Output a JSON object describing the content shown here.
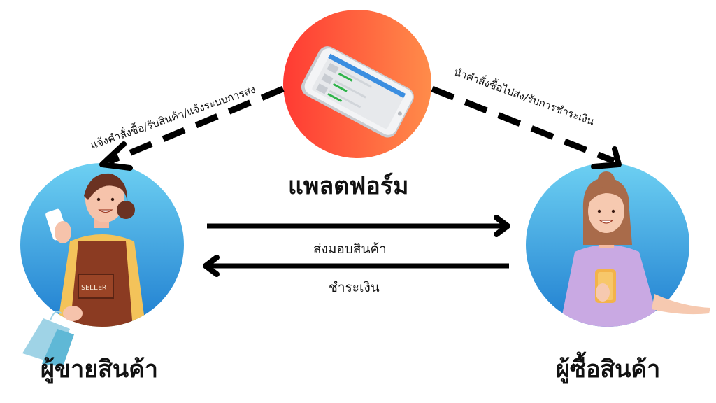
{
  "diagram": {
    "nodes": {
      "platform": {
        "label": "แพลตฟอร์ม",
        "icon": "smartphone-icon"
      },
      "seller": {
        "label": "ผู้ขายสินค้า",
        "icon": "seller-person-icon",
        "badge": "SELLER"
      },
      "buyer": {
        "label": "ผู้ซื้อสินค้า",
        "icon": "buyer-person-icon"
      }
    },
    "edges": {
      "platform_to_seller": "แจ้งคำสั่งซื้อ/รับสินค้า/แจ้งระบบการส่ง",
      "platform_to_buyer": "นำคำสั่งซื้อไปส่ง/รับการชำระเงิน",
      "seller_to_buyer": "ส่งมอบสินค้า",
      "buyer_to_seller": "ชำระเงิน"
    }
  },
  "colors": {
    "platform_gradient": [
      "#ff3a33",
      "#ff8c4a"
    ],
    "person_circle_gradient": [
      "#6dd0f2",
      "#1f7ed0"
    ],
    "arrow": "#000000"
  }
}
